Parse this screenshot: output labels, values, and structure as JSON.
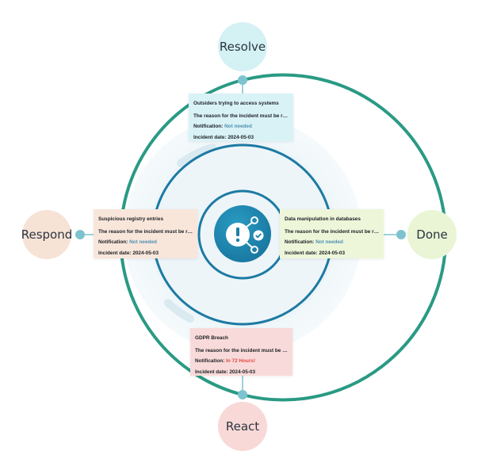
{
  "stages": {
    "resolve": "Resolve",
    "done": "Done",
    "react": "React",
    "respond": "Respond"
  },
  "incidents": {
    "top": {
      "title": "Outsiders trying to access systems",
      "reason": "The reason for the incident must be regis..",
      "notification_label": "Notification:",
      "notification_value": "Not needed",
      "date_label": "Incident date:",
      "date_value": "2024-05-03"
    },
    "right": {
      "title": "Data manipulation in databases",
      "reason": "The reason for the incident must be regis..",
      "notification_label": "Notification:",
      "notification_value": "Not needed",
      "date_label": "Incident date:",
      "date_value": "2024-05-03"
    },
    "left": {
      "title": "Suspicious registry entries",
      "reason": "The reason for the incident must be regis..",
      "notification_label": "Notification:",
      "notification_value": "Not needed",
      "date_label": "Incident date:",
      "date_value": "2024-05-03"
    },
    "bottom": {
      "title": "GDPR Breach",
      "reason": "The reason for the incident must be regis..",
      "notification_label": "Notification:",
      "notification_value": "In 72 Hours!",
      "date_label": "Incident date:",
      "date_value": "2024-05-03"
    }
  },
  "colors": {
    "ring_main": "#2a9a84",
    "ring_inner": "#1c7aa3",
    "node_dot": "#7dc3cf",
    "notification_ok": "#4f92b3",
    "notification_warn": "#e04a3f"
  },
  "icons": {
    "center": "incident-alert-network-icon"
  }
}
